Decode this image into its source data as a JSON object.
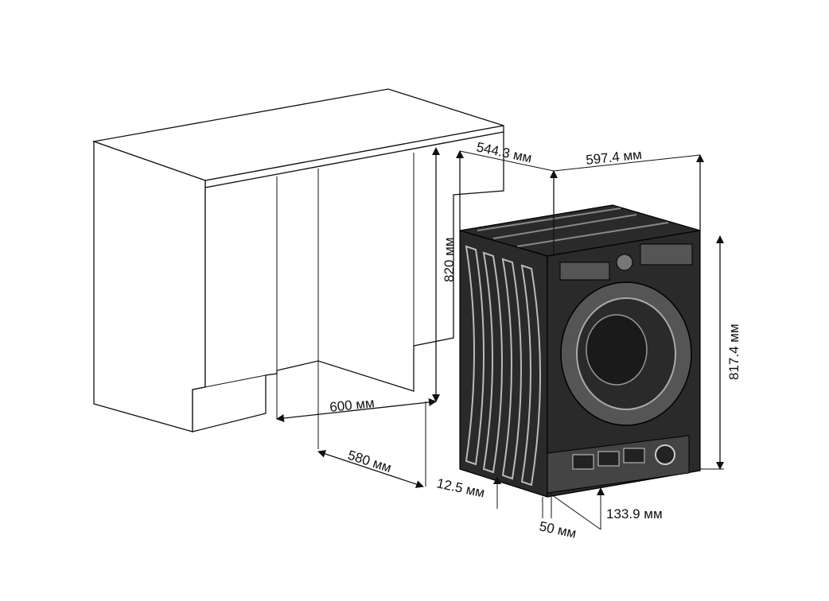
{
  "diagram": {
    "title": "Built-in washing machine installation dimensions",
    "dimensions": {
      "cabinet_height": "820 мм",
      "cabinet_width": "600 мм",
      "cabinet_depth": "580 мм",
      "machine_depth": "544.3 мм",
      "machine_width": "597.4 мм",
      "machine_height": "817.4 мм",
      "foot_height": "12.5 мм",
      "foot_offset": "50 мм",
      "plinth_depth": "133.9 мм"
    }
  }
}
